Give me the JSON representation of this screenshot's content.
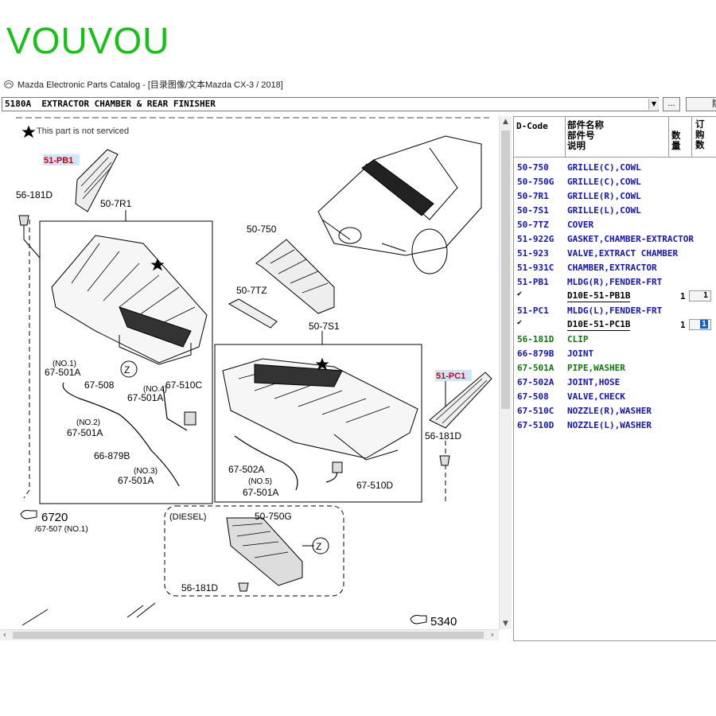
{
  "brand": {
    "text": "VOUVOU",
    "color": "#16c216"
  },
  "window": {
    "title": "Mazda Electronic Parts Catalog - [目录图像/文本Mazda CX-3 / 2018]"
  },
  "selector": {
    "value": "5180A  EXTRACTOR CHAMBER & REAR FINISHER",
    "ellipsis": "...",
    "extra": "隐"
  },
  "diagram": {
    "note": "This part is not serviced",
    "labels": {
      "pb1": "51-PB1",
      "pc1": "51-PC1",
      "c181d_left": "56-181D",
      "c181d_right": "56-181D",
      "c181d_bottom": "56-181D",
      "g7r1": "50-7R1",
      "g750": "50-750",
      "g7tz": "50-7TZ",
      "g7s1": "50-7S1",
      "g750g": "50-750G",
      "diesel": "(DIESEL)",
      "no1": "(NO.1)",
      "p501a_1": "67-501A",
      "p508": "67-508",
      "no4": "(NO.4)",
      "p501a_4": "67-501A",
      "p510c": "67-510C",
      "no2": "(NO.2)",
      "p501a_2": "67-501A",
      "j879b": "66-879B",
      "no3": "(NO.3)",
      "p501a_3": "67-501A",
      "p502a": "67-502A",
      "no5": "(NO.5)",
      "p501a_5": "67-501A",
      "p510d": "67-510D",
      "z": "Z",
      "ref6720": "6720",
      "ref67507": "/67-507 (NO.1)",
      "ref5340": "5340"
    }
  },
  "parts_table": {
    "headers": {
      "code": "D-Code",
      "name": "部件名称\n部件号\n说明",
      "qty": "数\n量",
      "order": "订\n购\n数"
    },
    "rows": [
      {
        "code": "50-750",
        "name": "GRILLE(C),COWL",
        "color": "blue"
      },
      {
        "code": "50-750G",
        "name": "GRILLE(C),COWL",
        "color": "blue"
      },
      {
        "code": "50-7R1",
        "name": "GRILLE(R),COWL",
        "color": "blue"
      },
      {
        "code": "50-7S1",
        "name": "GRILLE(L),COWL",
        "color": "blue"
      },
      {
        "code": "50-7TZ",
        "name": "COVER",
        "color": "blue"
      },
      {
        "code": "51-922G",
        "name": "GASKET,CHAMBER-EXTRACTOR",
        "color": "blue"
      },
      {
        "code": "51-923",
        "name": "VALVE,EXTRACT CHAMBER",
        "color": "blue"
      },
      {
        "code": "51-931C",
        "name": "CHAMBER,EXTRACTOR",
        "color": "blue"
      },
      {
        "code": "51-PB1",
        "name": "MLDG(R),FENDER-FRT",
        "color": "blue"
      },
      {
        "code": "51-PC1",
        "name": "MLDG(L),FENDER-FRT",
        "color": "blue"
      },
      {
        "code": "56-181D",
        "name": "CLIP",
        "color": "green"
      },
      {
        "code": "66-879B",
        "name": "JOINT",
        "color": "blue"
      },
      {
        "code": "67-501A",
        "name": "PIPE,WASHER",
        "color": "green"
      },
      {
        "code": "67-502A",
        "name": "JOINT,HOSE",
        "color": "blue"
      },
      {
        "code": "67-508",
        "name": "VALVE,CHECK",
        "color": "blue"
      },
      {
        "code": "67-510C",
        "name": "NOZZLE(R),WASHER",
        "color": "blue"
      },
      {
        "code": "67-510D",
        "name": "NOZZLE(L),WASHER",
        "color": "blue"
      }
    ],
    "sub_pb1": {
      "part_no": "D10E-51-PB1B",
      "qty": "1",
      "order": "1"
    },
    "sub_pc1": {
      "part_no": "D10E-51-PC1B",
      "qty": "1",
      "order": "1"
    }
  }
}
